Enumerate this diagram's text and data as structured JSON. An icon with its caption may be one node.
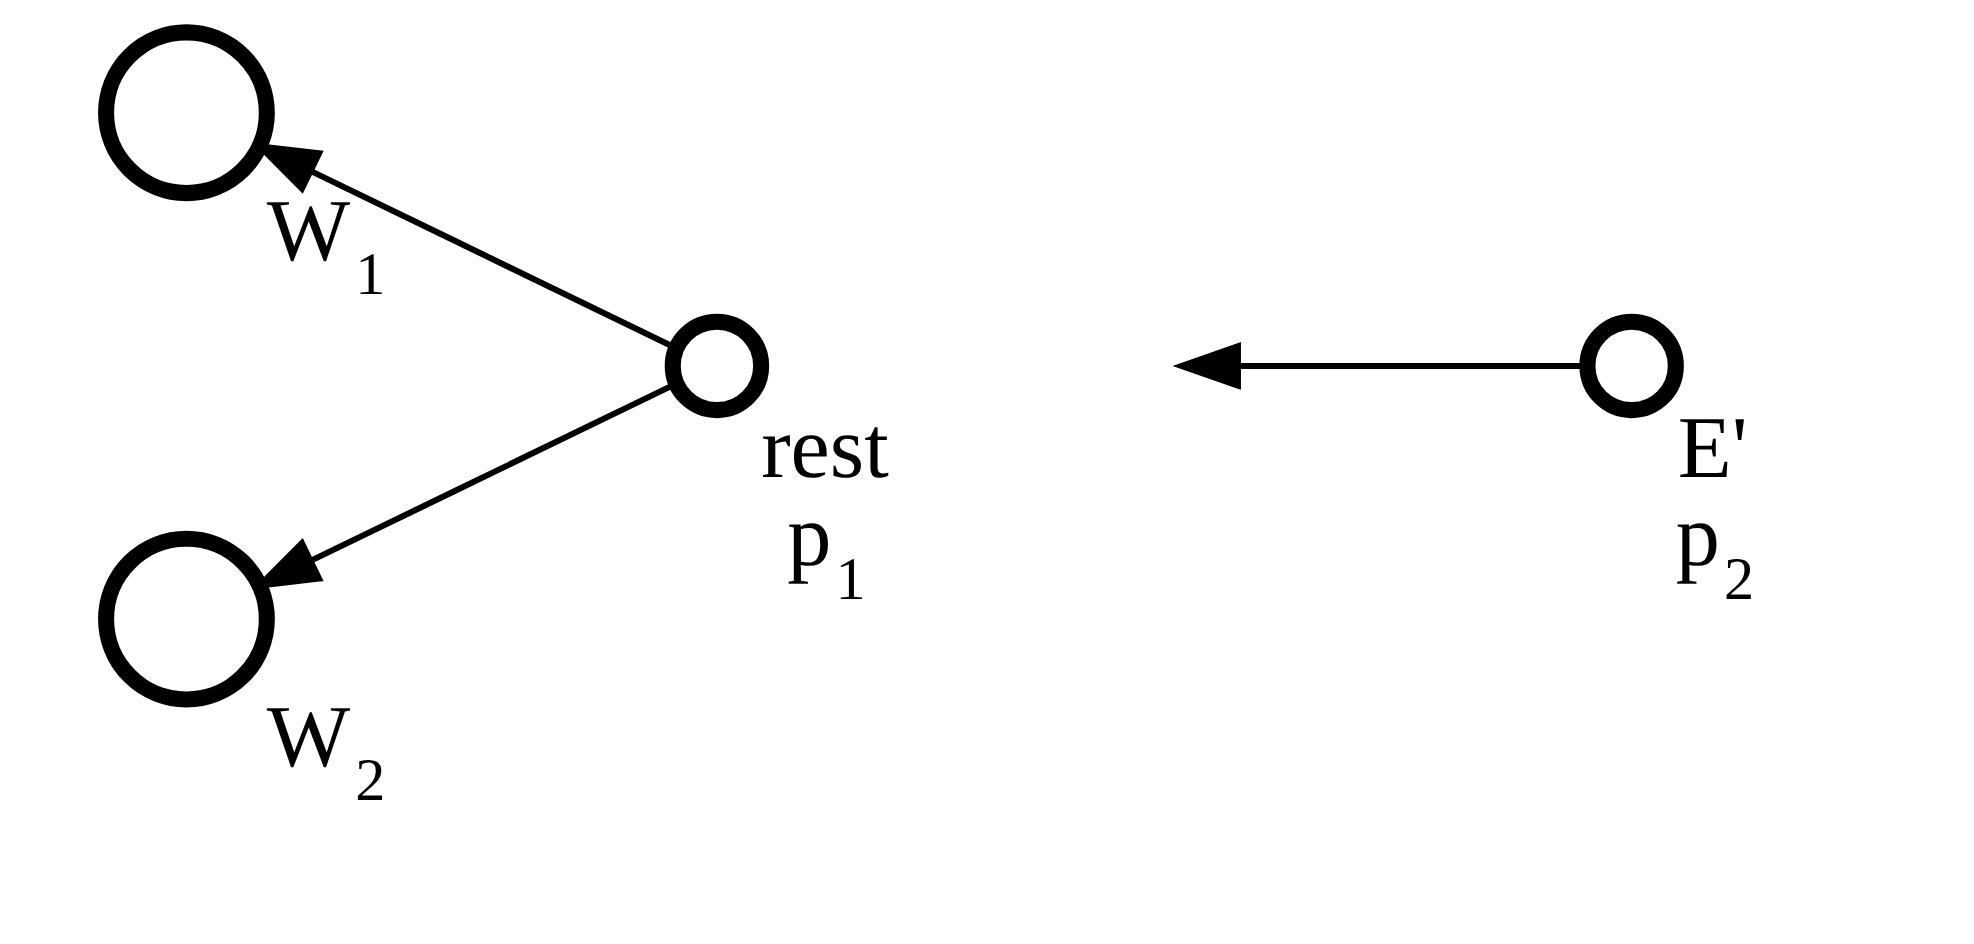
{
  "diagram": {
    "nodes": [
      {
        "text": [],
        "shape": "circle",
        "beside": [
          "W$_{1}$"
        ]
      },
      {
        "text": [],
        "shape": "circle",
        "beside": [
          "rest",
          "p$_{1}$"
        ]
      },
      {
        "text": [],
        "shape": "circle",
        "beside": [
          "W$_{2}$"
        ]
      },
      {
        "text": [],
        "shape": "circle",
        "beside": [
          "E'",
          "p$_{2}$"
        ]
      }
    ],
    "edges": [
      {
        "from": 1,
        "to": 0,
        "arrow": "to"
      },
      {
        "from": 1,
        "to": 2,
        "arrow": "to"
      },
      {
        "from": 3,
        "to": null,
        "arrow": "to"
      }
    ]
  }
}
